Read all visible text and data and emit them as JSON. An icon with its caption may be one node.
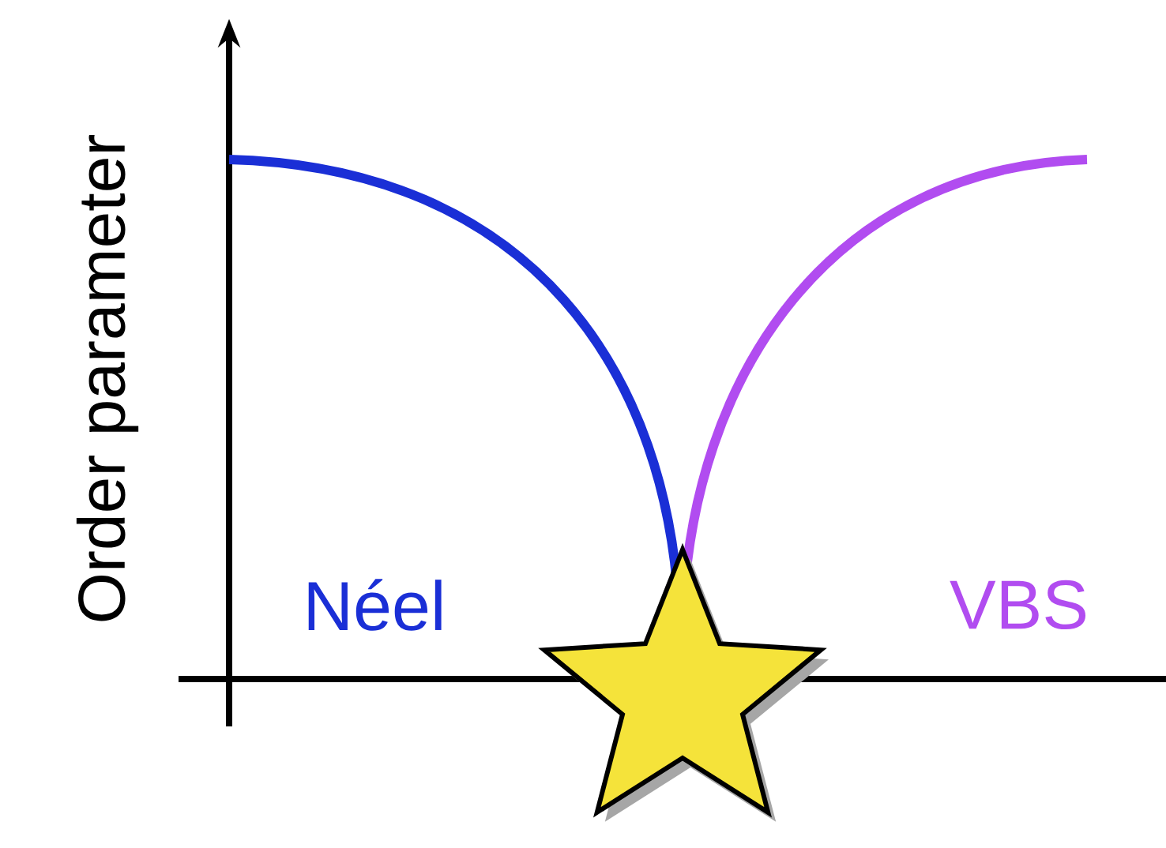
{
  "diagram": {
    "labels": [
      "Order parameter",
      "Néel",
      "VBS"
    ]
  }
}
